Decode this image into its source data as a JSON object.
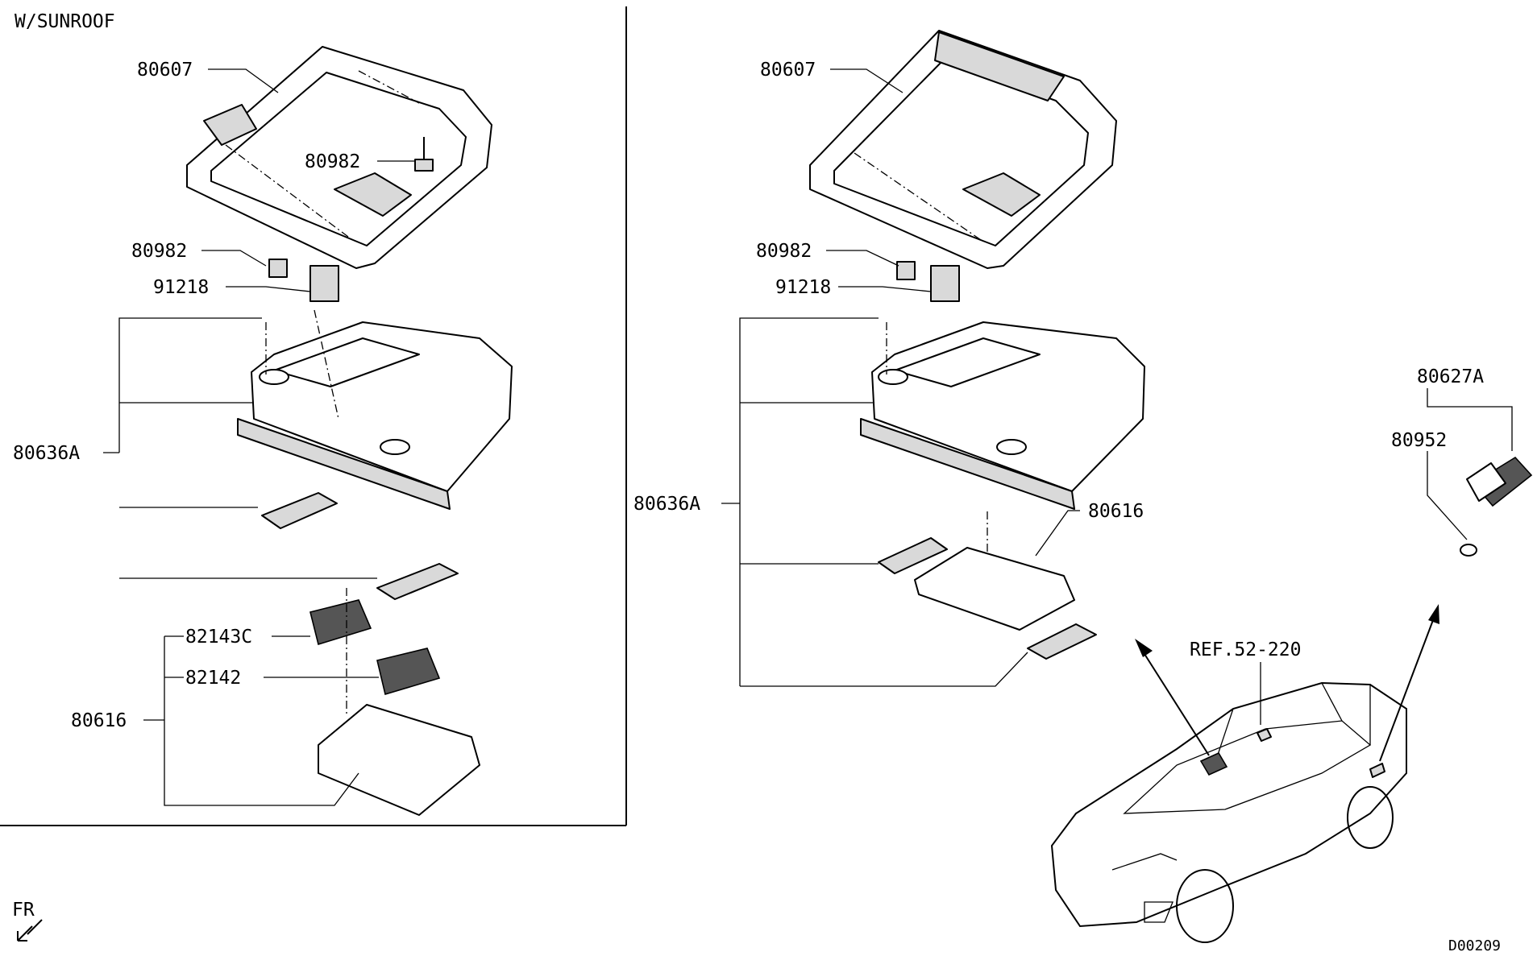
{
  "header": {
    "variant_label": "W/SUNROOF"
  },
  "callouts_left": {
    "bracket_top": "80607",
    "bolt_upper": "80982",
    "bolt_lower": "80982",
    "clip": "91218",
    "lamp_assy": "80636A",
    "switch_c": "82143C",
    "switch": "82142",
    "lens_assy": "80616"
  },
  "callouts_right": {
    "bracket_top": "80607",
    "bolt": "80982",
    "clip": "91218",
    "lamp_assy": "80636A",
    "lens_assy": "80616",
    "trunk_lamp": "80627A",
    "bulb": "80952",
    "reference": "REF.52-220"
  },
  "footer": {
    "front_marker": "FR",
    "diagram_id": "D00209"
  },
  "colors": {
    "ink": "#000000",
    "paper": "#ffffff",
    "shade": "#d9d9d9"
  }
}
